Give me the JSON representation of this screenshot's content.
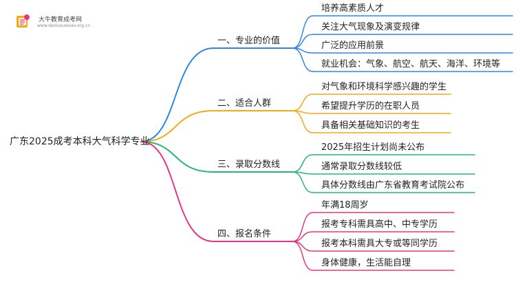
{
  "logo": {
    "name": "大牛教育成考网",
    "url": "www.daniuxuexiao.org.cn"
  },
  "root": "广东2025成考本科大气科学专业",
  "colors": {
    "blue": "#2f86e8",
    "orange": "#f0a91c",
    "green": "#25b873",
    "pink": "#e8357f"
  },
  "branches": [
    {
      "label": "一、专业的价值",
      "color": "blue",
      "items": [
        "培养高素质人才",
        "关注大气现象及演变规律",
        "广泛的应用前景",
        "就业机会：气象、航空、航天、海洋、环境等"
      ]
    },
    {
      "label": "二、适合人群",
      "color": "orange",
      "items": [
        "对气象和环境科学感兴趣的学生",
        "希望提升学历的在职人员",
        "具备相关基础知识的考生"
      ]
    },
    {
      "label": "三、录取分数线",
      "color": "green",
      "items": [
        "2025年招生计划尚未公布",
        "通常录取分数线较低",
        "具体分数线由广东省教育考试院公布"
      ]
    },
    {
      "label": "四、报名条件",
      "color": "pink",
      "items": [
        "年满18周岁",
        "报考专科需具高中、中专学历",
        "报考本科需具大专或等同学历",
        "身体健康，生活能自理"
      ]
    }
  ]
}
